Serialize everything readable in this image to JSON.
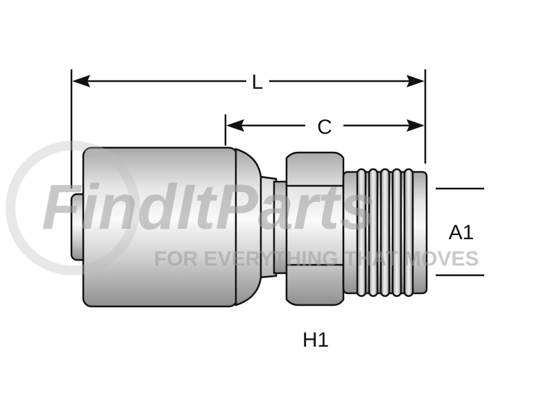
{
  "watermark": {
    "brand": "FindItParts",
    "tagline": "FOR EVERYTHING THAT MOVES"
  },
  "dimensions": {
    "length": "L",
    "cut_length": "C",
    "thread_size": "A1",
    "hex_size": "H1"
  },
  "colors": {
    "line": "#111111",
    "metal_light": "#f4f4f4",
    "metal_dark": "#9a9a9a",
    "watermark": "#e4e4e4",
    "watermark_accent": "#f2c9c9"
  }
}
